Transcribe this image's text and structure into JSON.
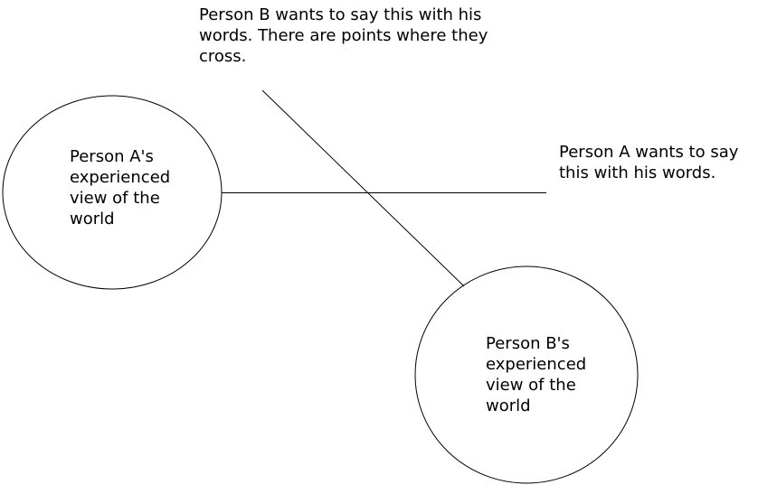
{
  "canvas": {
    "background_color": "#ffffff",
    "stroke_color": "#000000",
    "text_color": "#000000"
  },
  "annotations": {
    "person_b_note": {
      "lines": [
        "Person B wants to say this with his",
        "words. There are points where they",
        "cross."
      ]
    },
    "person_a_note": {
      "lines": [
        "Person A wants to say",
        "this with his words."
      ]
    }
  },
  "shapes": {
    "circle_a": {
      "label_lines": [
        "Person A's",
        "experienced",
        "view of the",
        "world"
      ]
    },
    "circle_b": {
      "label_lines": [
        "Person B's",
        "experienced",
        "view of the",
        "world"
      ]
    }
  }
}
